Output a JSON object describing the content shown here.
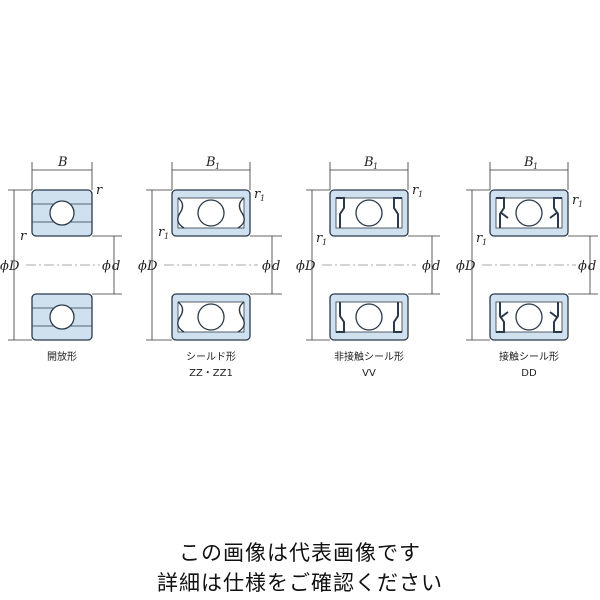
{
  "dims": {
    "B": "B",
    "B1": "B",
    "sub1": "1",
    "r": "r",
    "phi": "ϕ",
    "D": "D",
    "d": "d"
  },
  "bearings": [
    {
      "name": "開放形",
      "code": ""
    },
    {
      "name": "シールド形",
      "code": "ZZ・ZZ1"
    },
    {
      "name": "非接触シール形",
      "code": "VV"
    },
    {
      "name": "接触シール形",
      "code": "DD"
    }
  ],
  "caption": {
    "line1": "この画像は代表画像です",
    "line2": "詳細は仕様をご確認ください"
  },
  "colors": {
    "ring_fill": "#cfe0ef",
    "outline": "#2b3a4a",
    "line": "#333333"
  }
}
